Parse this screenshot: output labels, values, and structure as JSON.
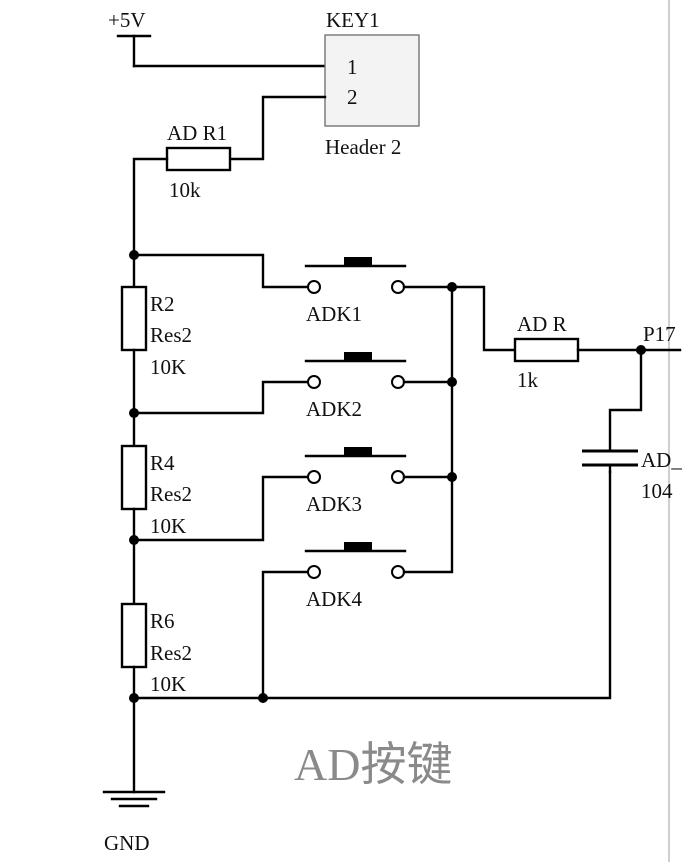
{
  "title": "AD按键",
  "power": {
    "label": "+5V"
  },
  "ground": {
    "label": "GND"
  },
  "header": {
    "ref": "KEY1",
    "pin1": "1",
    "pin2": "2",
    "type": "Header 2"
  },
  "resistors": {
    "r1": {
      "ref": "AD  R1",
      "value": "10k"
    },
    "r2": {
      "ref": "R2",
      "type": "Res2",
      "value": "10K"
    },
    "r4": {
      "ref": "R4",
      "type": "Res2",
      "value": "10K"
    },
    "r6": {
      "ref": "R6",
      "type": "Res2",
      "value": "10K"
    },
    "rad": {
      "ref": "AD  R",
      "value": "1k"
    }
  },
  "switches": [
    "ADK1",
    "ADK2",
    "ADK3",
    "ADK4"
  ],
  "capacitor": {
    "ref": "AD_",
    "value": "104"
  },
  "port": {
    "label": "P17"
  }
}
